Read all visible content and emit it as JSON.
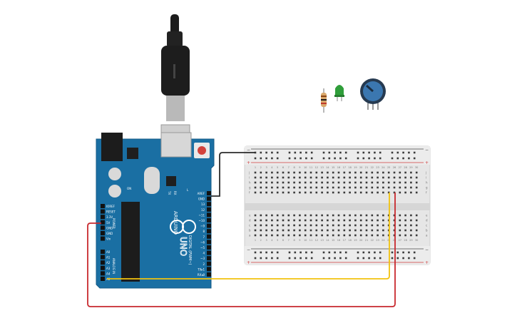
{
  "arduino": {
    "brand": "ARDUINO",
    "model": "UNO",
    "header_digital": [
      "AREF",
      "GND",
      "13",
      "12",
      "~11",
      "~10",
      "~9",
      "8",
      "7",
      "~6",
      "~5",
      "4",
      "~3",
      "2",
      "TX▸1",
      "RX◂0"
    ],
    "header_power": [
      "IOREF",
      "RESET",
      "3.3V",
      "5V",
      "GND",
      "GND",
      "Vin"
    ],
    "header_analog": [
      "A0",
      "A1",
      "A2",
      "A3",
      "A4",
      "A5"
    ],
    "section_digital": "DIGITAL (PWM~)",
    "section_power": "POWER",
    "section_analog": "ANALOG IN",
    "led_tx": "TX",
    "led_rx": "RX",
    "led_l": "L",
    "on_label": "ON"
  },
  "breadboard": {
    "columns": 30,
    "top_row_letters": [
      "j",
      "i",
      "h",
      "g",
      "f"
    ],
    "bottom_row_letters": [
      "e",
      "d",
      "c",
      "b",
      "a"
    ],
    "rail_minus": "−",
    "rail_plus": "+"
  },
  "components": {
    "resistor": "resistor",
    "led": "led",
    "potentiometer": "potentiometer"
  },
  "colors": {
    "board": "#1a6fa3",
    "wire_black": "#2b2b2b",
    "wire_red": "#c8292e",
    "wire_yellow": "#f2c20f",
    "led_green": "#2f9e3a",
    "pot_blue": "#2c5f8d",
    "rail_red": "#d23b3b",
    "rail_blue": "#4a4a4a"
  }
}
